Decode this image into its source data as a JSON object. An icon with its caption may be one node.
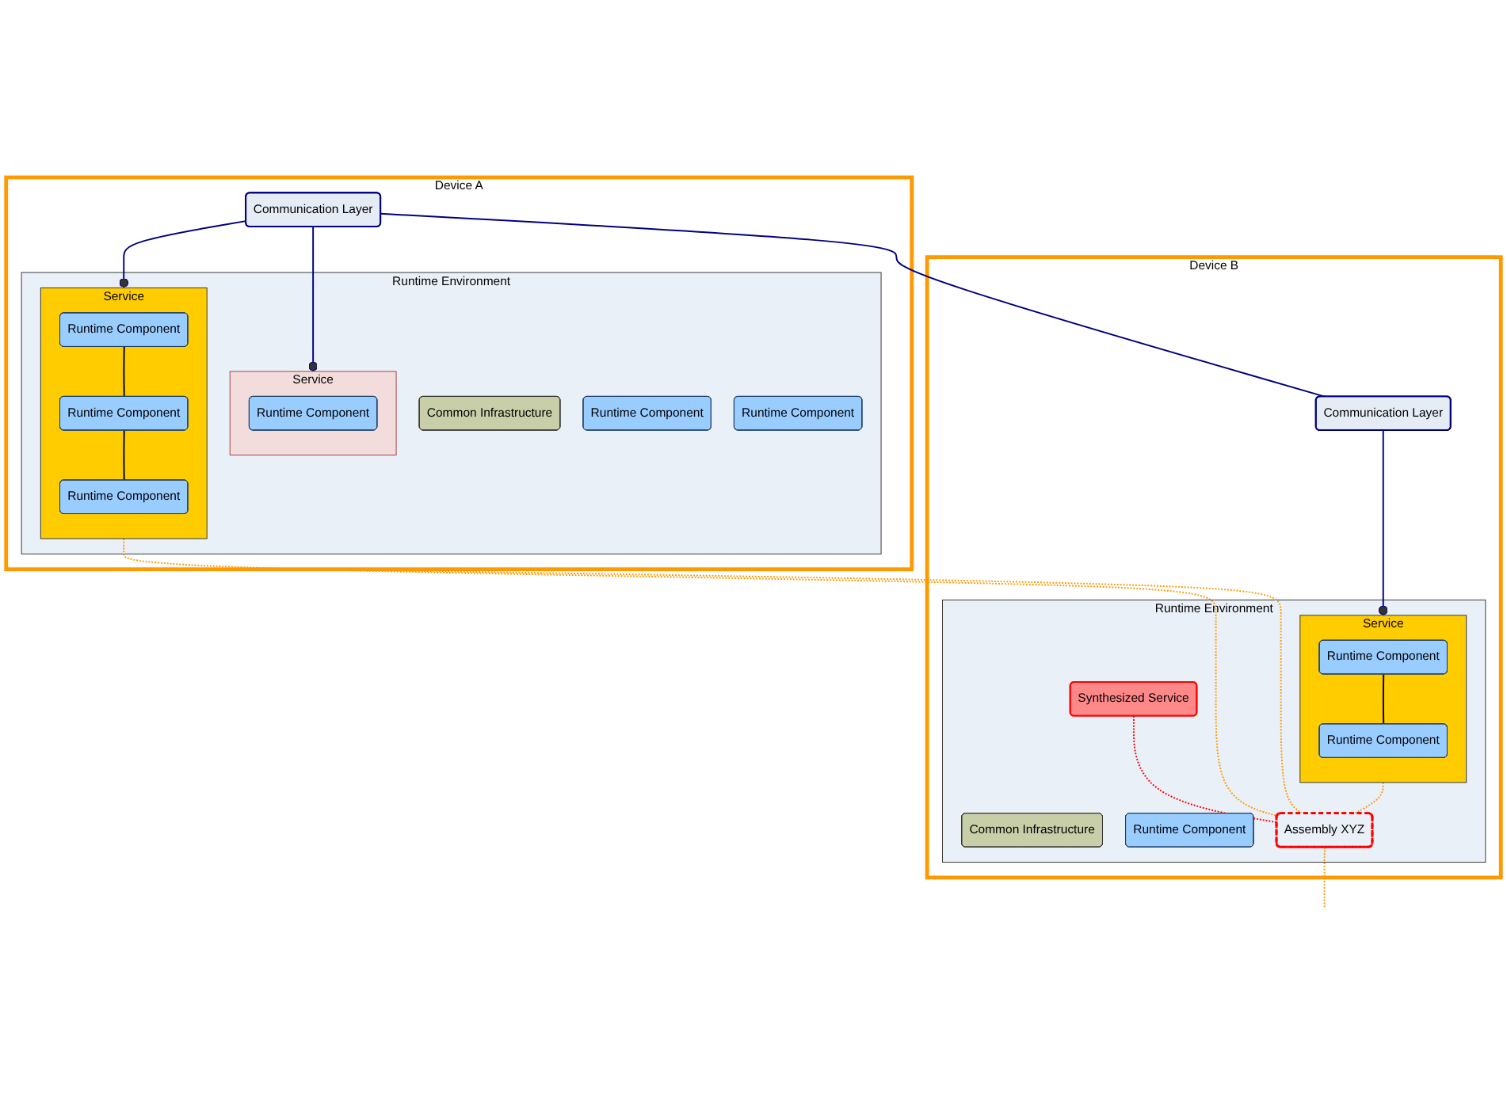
{
  "diagram": {
    "nodes": [
      {
        "text": [
          "Device A"
        ]
      },
      {
        "text": [
          "Communication Layer"
        ],
        "in": 0
      },
      {
        "text": [
          "Runtime Environment"
        ],
        "in": 0
      },
      {
        "text": [
          "Service"
        ],
        "in": 2
      },
      {
        "text": [
          "Runtime Component"
        ],
        "in": 3
      },
      {
        "text": [
          "Runtime Component"
        ],
        "in": 3
      },
      {
        "text": [
          "Runtime Component"
        ],
        "in": 3
      },
      {
        "text": [
          "Common Infrastructure"
        ],
        "in": 2
      },
      {
        "text": [
          "Service"
        ],
        "in": 2
      },
      {
        "text": [
          "Runtime Component"
        ],
        "in": 8
      },
      {
        "text": [
          "Runtime Component"
        ],
        "in": 2
      },
      {
        "text": [
          "Runtime Component"
        ],
        "in": 2
      },
      {
        "text": [
          "Device B"
        ]
      },
      {
        "text": [
          "Communication Layer"
        ],
        "in": 12
      },
      {
        "text": [
          "Runtime Environment"
        ],
        "in": 12
      },
      {
        "text": [
          "Service"
        ],
        "in": 14
      },
      {
        "text": [
          "Runtime Component"
        ],
        "in": 15
      },
      {
        "text": [
          "Runtime Component"
        ],
        "in": 15
      },
      {
        "text": [
          "Common Infrastructure"
        ],
        "in": 14
      },
      {
        "text": [
          "Runtime Component"
        ],
        "in": 14
      },
      {
        "text": [
          "Synthesized Service"
        ],
        "in": 14
      },
      {
        "text": [
          "Assembly XYZ"
        ],
        "in": 14
      }
    ],
    "edges": [
      {
        "from": 1,
        "to": 13,
        "arrow": "none"
      },
      {
        "from": 1,
        "to": 3,
        "arrow": "other"
      },
      {
        "from": 1,
        "to": 8,
        "arrow": "other"
      },
      {
        "from": 13,
        "to": 15,
        "arrow": "other"
      },
      {
        "from": 4,
        "to": 5,
        "arrow": "none",
        "color": "#000000"
      },
      {
        "from": 5,
        "to": 6,
        "arrow": "none",
        "color": "#000000"
      },
      {
        "from": 16,
        "to": 17,
        "arrow": "none",
        "color": "#000000"
      },
      {
        "from": 3,
        "to": 21,
        "arrow": "none",
        "style": "dashed",
        "color": "#ff9900"
      },
      {
        "from": 0,
        "to": 21,
        "arrow": "none",
        "style": "dashed",
        "color": "#ff9900"
      },
      {
        "from": 15,
        "to": 21,
        "arrow": "none",
        "style": "dashed",
        "color": "#ff9900"
      },
      {
        "from": 21,
        "to": null,
        "arrow": "none",
        "style": "dashed",
        "color": "#ff9900"
      },
      {
        "from": 20,
        "to": 21,
        "arrow": "none",
        "style": "dashed",
        "color": "#ff0000"
      }
    ]
  }
}
